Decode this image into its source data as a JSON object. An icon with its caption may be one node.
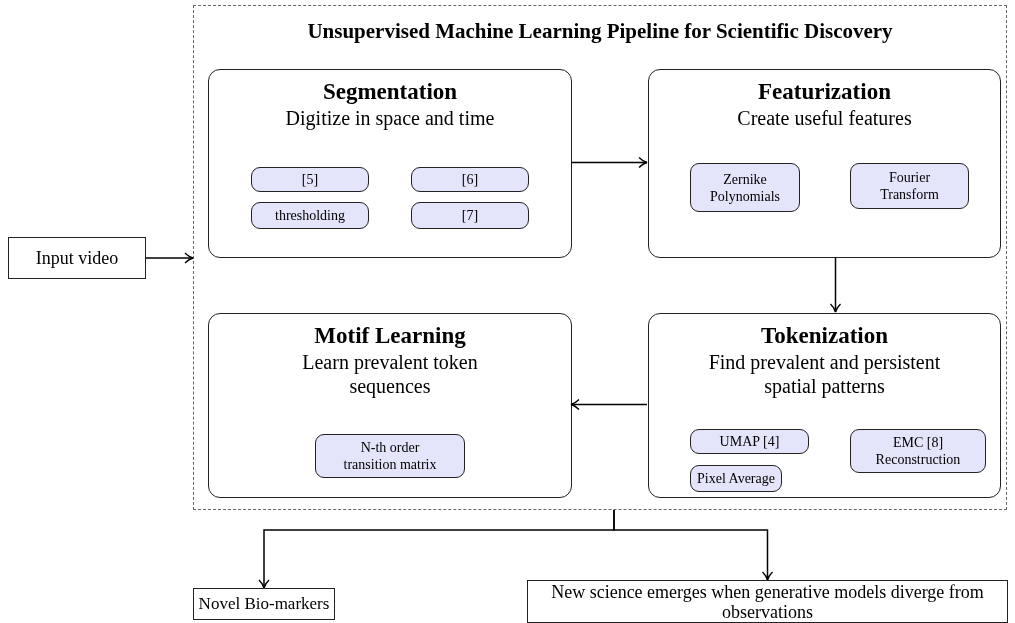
{
  "diagram": {
    "title": "Unsupervised Machine Learning Pipeline for Scientific Discovery",
    "nodes": [
      {
        "text": [],
        "shape": "box"
      },
      {
        "text": [
          "Segmentation",
          "Digitize in space and time"
        ],
        "in": 0
      },
      {
        "text": [
          "[5]"
        ],
        "in": 1
      },
      {
        "text": [
          "[6]"
        ],
        "in": 1
      },
      {
        "text": [
          "thresholding"
        ],
        "in": 1
      },
      {
        "text": [
          "[7]"
        ],
        "in": 1
      },
      {
        "text": [
          "Featurization",
          "Create useful features"
        ],
        "in": 0
      },
      {
        "text": [
          "Zernike Polynomials"
        ],
        "in": 6
      },
      {
        "text": [
          "Fourier Transform"
        ],
        "in": 6
      },
      {
        "text": [
          "Motif Learning",
          "Learn prevalent token sequences"
        ],
        "in": 0
      },
      {
        "text": [
          "N-th order transition matrix"
        ],
        "in": 9
      },
      {
        "text": [
          "Tokenization",
          "Find prevalent and persistent spatial patterns"
        ],
        "in": 0
      },
      {
        "text": [
          "UMAP [4]"
        ],
        "in": 11
      },
      {
        "text": [
          "EMC [8] Reconstruction"
        ],
        "in": 11
      },
      {
        "text": [
          "Pixel Average"
        ],
        "in": 11
      },
      {
        "text": [
          "Input video"
        ]
      },
      {
        "text": [
          "Novel Bio-markers"
        ]
      },
      {
        "text": [
          "New science emerges when generative models diverge from observations"
        ]
      }
    ],
    "edges": [
      {
        "from": 15,
        "to": 0,
        "arrow": "to"
      },
      {
        "from": 1,
        "to": 6,
        "arrow": "to"
      },
      {
        "from": 6,
        "to": 11,
        "arrow": "to"
      },
      {
        "from": 11,
        "to": 9,
        "arrow": "to"
      },
      {
        "from": 0,
        "to": 16,
        "arrow": "to"
      },
      {
        "from": 0,
        "to": 17,
        "arrow": "to"
      }
    ]
  }
}
